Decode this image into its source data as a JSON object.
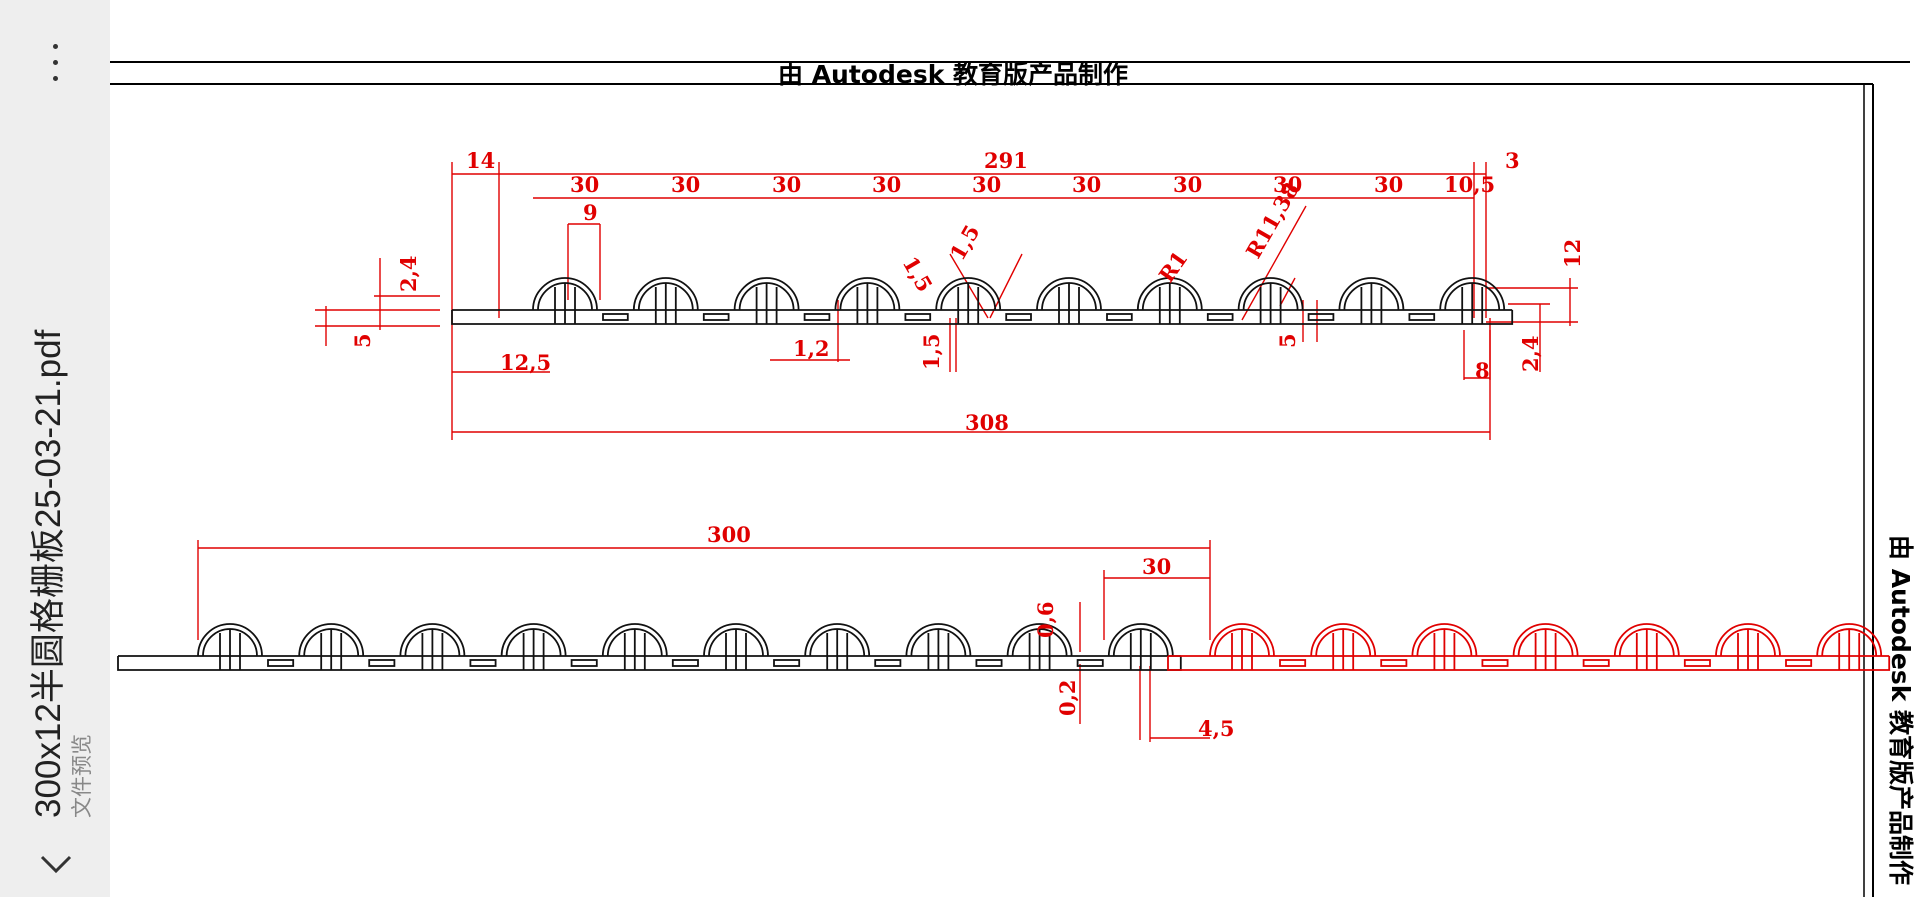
{
  "sidebar": {
    "file_name": "300x12半圆格栅板25-03-21.pdf",
    "subtitle": "文件预览",
    "menu_icon": "more-vertical-icon",
    "back_icon": "chevron-down-icon"
  },
  "document": {
    "watermark": "由 Autodesk 教育版产品制作",
    "colors": {
      "profile": "#111111",
      "dimension": "#e00000"
    },
    "top_view": {
      "dims": [
        "14",
        "291",
        "3",
        "30",
        "30",
        "30",
        "30",
        "30",
        "30",
        "30",
        "30",
        "30",
        "10,5",
        "9",
        "1,5",
        "1,5",
        "R1",
        "R11,38",
        "2,4",
        "5",
        "12",
        "12,5",
        "1,2",
        "1,5",
        "5",
        "8",
        "2,4",
        "308"
      ]
    },
    "bottom_view": {
      "dims": [
        "300",
        "30",
        "0,6",
        "0,2",
        "4,5"
      ]
    }
  }
}
